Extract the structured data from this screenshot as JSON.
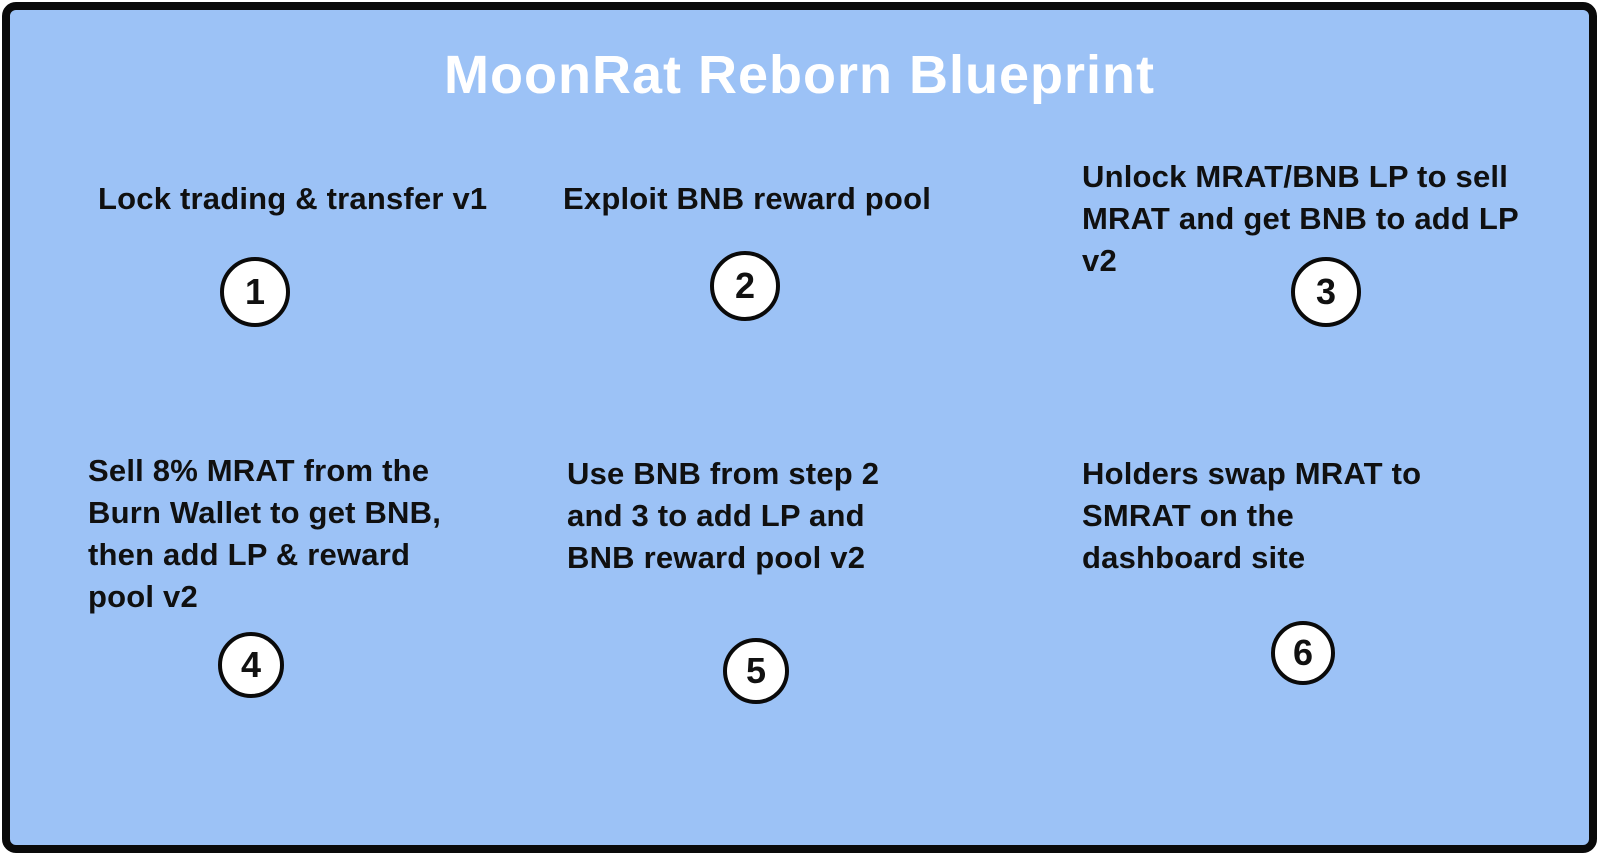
{
  "title": "MoonRat Reborn Blueprint",
  "colors": {
    "board_background": "#9CC2F6",
    "board_border": "#0a0a0a",
    "title_text": "#ffffff",
    "step_text": "#101010",
    "badge_fill": "#ffffff",
    "badge_border": "#0a0a0a"
  },
  "steps": [
    {
      "number": "1",
      "text": "Lock trading & transfer v1"
    },
    {
      "number": "2",
      "text": "Exploit BNB reward pool"
    },
    {
      "number": "3",
      "text": "Unlock MRAT/BNB LP to sell\nMRAT and get BNB to add LP\nv2"
    },
    {
      "number": "4",
      "text": "Sell 8% MRAT from the\nBurn Wallet to get BNB,\nthen add LP & reward\npool v2"
    },
    {
      "number": "5",
      "text": "Use BNB from step 2\nand 3 to add LP and\nBNB reward pool v2"
    },
    {
      "number": "6",
      "text": "Holders swap MRAT to\nSMRAT on the\ndashboard site"
    }
  ]
}
